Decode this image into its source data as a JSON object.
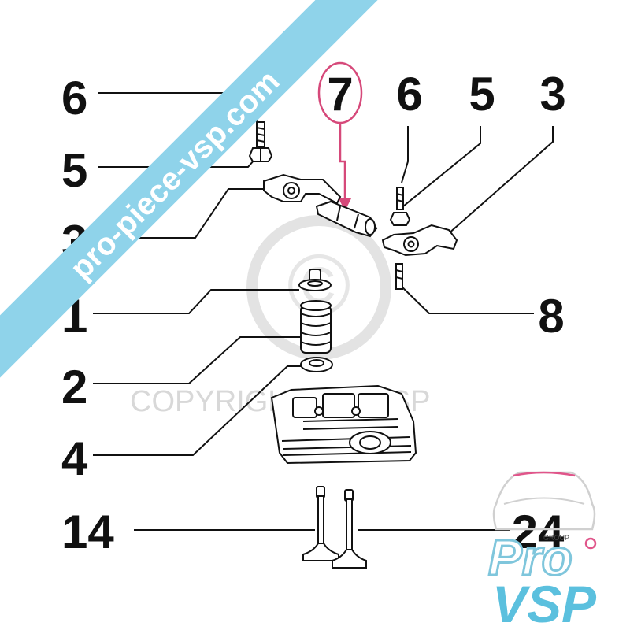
{
  "diagram": {
    "callouts": {
      "left_6": "6",
      "left_5": "5",
      "left_3": "3",
      "left_1": "1",
      "left_2": "2",
      "left_4": "4",
      "left_14": "14",
      "top_7": "7",
      "top_6": "6",
      "top_5": "5",
      "top_3": "3",
      "right_8": "8",
      "right_24": "24"
    },
    "highlight_color": "#d6497a"
  },
  "watermarks": {
    "copyright_text": "COPYRIGHT Pro VSP",
    "copyright_symbol": "©"
  },
  "banner": {
    "text": "pro-piece-vsp.com",
    "color": "#8fd3ea"
  },
  "logo": {
    "line1": "Pro",
    "line2": "VSP",
    "tag": "GROUP",
    "accent_color": "#e0558a",
    "brand_color": "#5bc0de"
  }
}
